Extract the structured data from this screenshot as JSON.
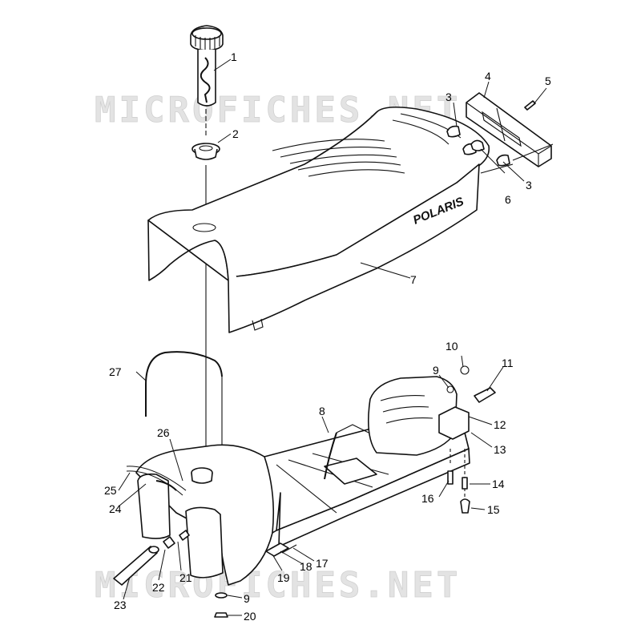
{
  "watermark": "MICROFICHES.NET",
  "brand_logo": "POLARIS",
  "callouts": [
    {
      "id": "c1",
      "label": "1"
    },
    {
      "id": "c2",
      "label": "2"
    },
    {
      "id": "c3a",
      "label": "3"
    },
    {
      "id": "c3b",
      "label": "3"
    },
    {
      "id": "c4",
      "label": "4"
    },
    {
      "id": "c5",
      "label": "5"
    },
    {
      "id": "c6",
      "label": "6"
    },
    {
      "id": "c7",
      "label": "7"
    },
    {
      "id": "c8",
      "label": "8"
    },
    {
      "id": "c9a",
      "label": "9"
    },
    {
      "id": "c9b",
      "label": "9"
    },
    {
      "id": "c10",
      "label": "10"
    },
    {
      "id": "c11",
      "label": "11"
    },
    {
      "id": "c12",
      "label": "12"
    },
    {
      "id": "c13",
      "label": "13"
    },
    {
      "id": "c14",
      "label": "14"
    },
    {
      "id": "c15",
      "label": "15"
    },
    {
      "id": "c16",
      "label": "16"
    },
    {
      "id": "c17",
      "label": "17"
    },
    {
      "id": "c18",
      "label": "18"
    },
    {
      "id": "c19",
      "label": "19"
    },
    {
      "id": "c20",
      "label": "20"
    },
    {
      "id": "c21",
      "label": "21"
    },
    {
      "id": "c22",
      "label": "22"
    },
    {
      "id": "c23",
      "label": "23"
    },
    {
      "id": "c24",
      "label": "24"
    },
    {
      "id": "c25",
      "label": "25"
    },
    {
      "id": "c26",
      "label": "26"
    },
    {
      "id": "c27",
      "label": "27"
    }
  ]
}
